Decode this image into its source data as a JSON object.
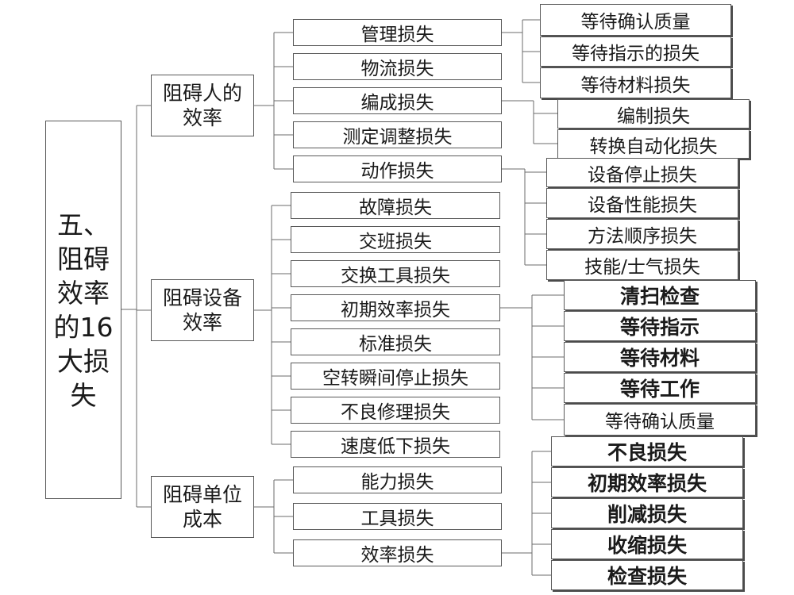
{
  "root": {
    "title": "五、阻碍效率的16大损失"
  },
  "categories": [
    {
      "label": "阻碍人的效率",
      "items": [
        {
          "label": "管理损失",
          "subs": [
            "等待确认质量",
            "等待指示的损失",
            "等待材料损失"
          ]
        },
        {
          "label": "物流损失"
        },
        {
          "label": "编成损失",
          "subs": [
            "编制损失",
            "转换自动化损失"
          ]
        },
        {
          "label": "测定调整损失"
        },
        {
          "label": "动作损失",
          "subs": [
            "设备停止损失",
            "设备性能损失",
            "方法顺序损失",
            "技能/士气损失"
          ]
        }
      ]
    },
    {
      "label": "阻碍设备效率",
      "items": [
        {
          "label": "故障损失"
        },
        {
          "label": "交班损失"
        },
        {
          "label": "交换工具损失"
        },
        {
          "label": "初期效率损失",
          "subs": [
            "清扫检查",
            "等待指示",
            "等待材料",
            "等待工作",
            "等待确认质量"
          ]
        },
        {
          "label": "标准损失"
        },
        {
          "label": "空转瞬间停止损失"
        },
        {
          "label": "不良修理损失"
        },
        {
          "label": "速度低下损失"
        }
      ]
    },
    {
      "label": "阻碍单位成本",
      "items": [
        {
          "label": "能力损失"
        },
        {
          "label": "工具损失"
        },
        {
          "label": "效率损失",
          "subs": [
            "不良损失",
            "初期效率损失",
            "削减损失",
            "收缩损失",
            "检查损失"
          ]
        }
      ]
    }
  ]
}
